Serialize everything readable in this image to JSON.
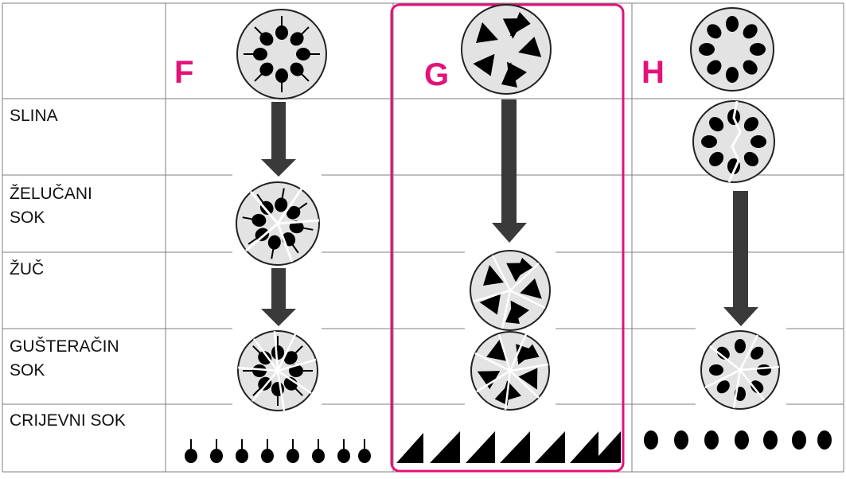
{
  "columns": [
    {
      "letter": "F",
      "particle_shape": "pin-head"
    },
    {
      "letter": "G",
      "particle_shape": "triangle"
    },
    {
      "letter": "H",
      "particle_shape": "oval"
    }
  ],
  "rows": [
    {
      "label": "SLINA"
    },
    {
      "label": "ŽELUČANI\nSOK"
    },
    {
      "label": "ŽUČ"
    },
    {
      "label": "GUŠTERAČIN\nSOK"
    },
    {
      "label": "CRIJEVNI SOK"
    }
  ],
  "highlighted_column": "G",
  "colors": {
    "highlight": "#e2127a",
    "arrow": "#3a3a3a",
    "disc_fill": "#e3e3e3",
    "particle": "#000000",
    "grid_line": "#7f7f7f"
  }
}
